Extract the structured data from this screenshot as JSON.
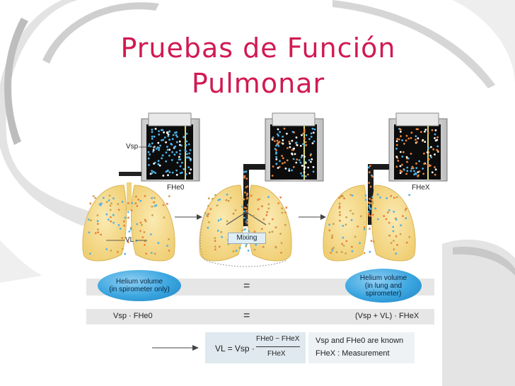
{
  "title": {
    "line1": "Pruebas  de  Función",
    "line2": "Pulmonar"
  },
  "labels": {
    "vsp": "Vsp",
    "fhe0": "FHe0",
    "fhex": "FHeX",
    "vl": "VL",
    "mixing": "Mixing"
  },
  "row1": {
    "left_ellipse": {
      "line1": "Helium volume",
      "line2": "(in spirometer only)"
    },
    "equals": "=",
    "right_ellipse": {
      "line1": "Helium volume",
      "line2": "(in lung and",
      "line3": "spirometer)"
    }
  },
  "row2": {
    "left": "Vsp · FHe0",
    "equals": "=",
    "right": "(Vsp + VL) · FHeX"
  },
  "formula": {
    "lhs": "VL = Vsp ·",
    "numerator": "FHe0 − FHeX",
    "denominator": "FHeX",
    "note_line1": "Vsp and FHe0 are known",
    "note_line2": "FHeX :  Measurement"
  },
  "colors": {
    "title": "#d11a52",
    "lung": "#f6d98a",
    "ellipse": "#3aa5df",
    "band": "#e6e6e6",
    "formula_box": "#dfe9ef"
  }
}
